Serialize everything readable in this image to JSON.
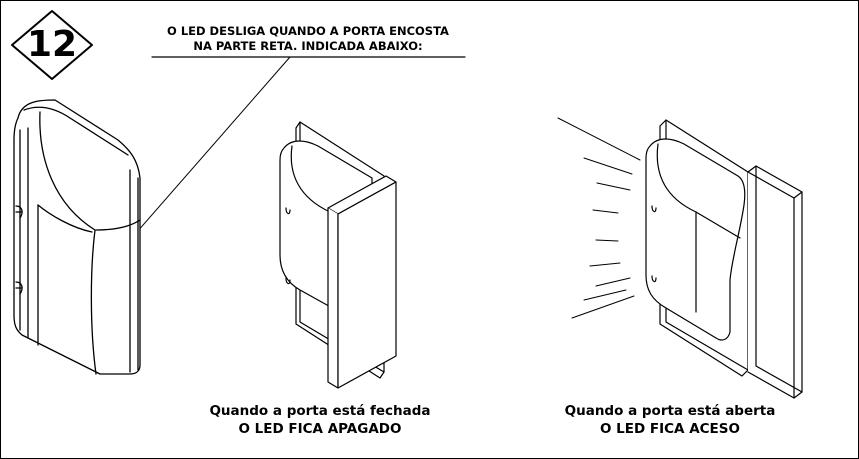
{
  "step": {
    "number": "12"
  },
  "note": {
    "line1": "O LED DESLIGA QUANDO A PORTA ENCOSTA",
    "line2": "NA PARTE RETA. INDICADA ABAIXO:"
  },
  "captions": {
    "closed": {
      "line1": "Quando a porta está fechada",
      "line2": "O LED FICA APAGADO"
    },
    "open": {
      "line1": "Quando a porta está aberta",
      "line2": "O LED FICA ACESO"
    }
  }
}
